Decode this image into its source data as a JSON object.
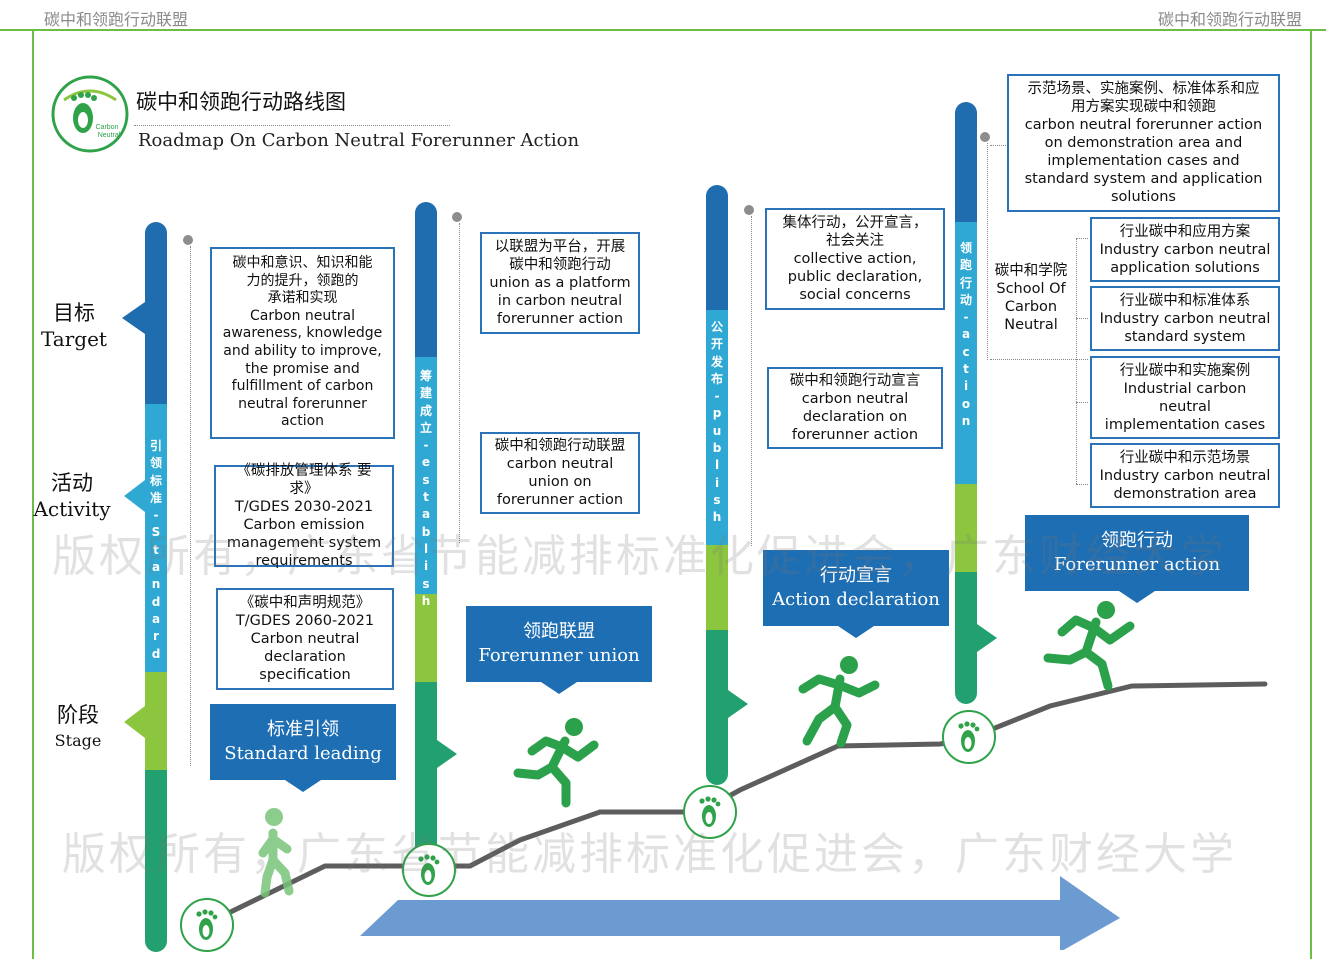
{
  "header": {
    "left": "碳中和领跑行动联盟",
    "right": "碳中和领跑行动联盟"
  },
  "title": {
    "cn": "碳中和领跑行动路线图",
    "en": "Roadmap On Carbon Neutral Forerunner Action"
  },
  "logo": {
    "text_line1": "Carbon",
    "text_line2": "Neutral"
  },
  "rows": {
    "target": {
      "cn": "目标",
      "en": "Target"
    },
    "activity": {
      "cn": "活动",
      "en": "Activity"
    },
    "stage": {
      "cn": "阶段",
      "en": "Stage"
    }
  },
  "bar_labels": {
    "b1": [
      "引",
      "领",
      "标",
      "准",
      "-",
      "S",
      "t",
      "a",
      "n",
      "d",
      "a",
      "r",
      "d"
    ],
    "b2": [
      "筹",
      "建",
      "成",
      "立",
      "-",
      "e",
      "s",
      "t",
      "a",
      "b",
      "l",
      "i",
      "s",
      "h"
    ],
    "b3": [
      "公",
      "开",
      "发",
      "布",
      "-",
      "p",
      "u",
      "b",
      "l",
      "i",
      "s",
      "h"
    ],
    "b4": [
      "领",
      "跑",
      "行",
      "动",
      "-",
      "a",
      "c",
      "t",
      "i",
      "o",
      "n"
    ]
  },
  "boxes": {
    "s1_target": "碳中和意识、知识和能\n力的提升，领跑的\n承诺和实现\nCarbon neutral\nawareness, knowledge\nand ability to improve,\nthe promise and\nfulfillment of carbon\nneutral forerunner\naction",
    "s1_act1": "《碳排放管理体系 要求》\nT/GDES 2030-2021\nCarbon emission\nmanagement system\nrequirements",
    "s1_act2": "《碳中和声明规范》\nT/GDES 2060-2021\nCarbon neutral\ndeclaration\nspecification",
    "s2_target": "以联盟为平台，开展\n碳中和领跑行动\nunion as a platform\nin carbon neutral\nforerunner action",
    "s2_act": "碳中和领跑行动联盟\ncarbon neutral\nunion on\nforerunner action",
    "s3_target": "集体行动，公开宣言，\n社会关注\ncollective action,\npublic declaration,\nsocial concerns",
    "s3_act": "碳中和领跑行动宣言\ncarbon neutral\ndeclaration on\nforerunner action",
    "s4_top": "示范场景、实施案例、标准体系和应\n用方案实现碳中和领跑\ncarbon neutral forerunner action\non demonstration area and\nimplementation cases and\nstandard system and application\nsolutions",
    "s4_school": "碳中和学院\nSchool Of\nCarbon\nNeutral",
    "s4_sub1": "行业碳中和应用方案\nIndustry carbon neutral\napplication solutions",
    "s4_sub2": "行业碳中和标准体系\nIndustry carbon neutral\nstandard system",
    "s4_sub3": "行业碳中和实施案例\nIndustrial carbon\nneutral\nimplementation cases",
    "s4_sub4": "行业碳中和示范场景\nIndustry carbon neutral\ndemonstration area"
  },
  "stages": [
    {
      "cn": "标准引领",
      "en": "Standard leading"
    },
    {
      "cn": "领跑联盟",
      "en": "Forerunner union"
    },
    {
      "cn": "行动宣言",
      "en": "Action declaration"
    },
    {
      "cn": "领跑行动",
      "en": "Forerunner action"
    }
  ],
  "watermark": {
    "line1": "版权所有，广东省节能减排标准化促进会，广东财经大学",
    "line2": "版权所有，广东省节能减排标准化促进会，广东财经大学"
  },
  "colors": {
    "frame": "#6cbd45",
    "bar_dark": "#1f6cae",
    "bar_mid": "#2fa9d4",
    "bar_green": "#8cc63f",
    "bar_teal": "#22a06f",
    "callout": "#1e6eb3",
    "runner": "#2aa14a",
    "arrow": "#6b9bd1"
  }
}
